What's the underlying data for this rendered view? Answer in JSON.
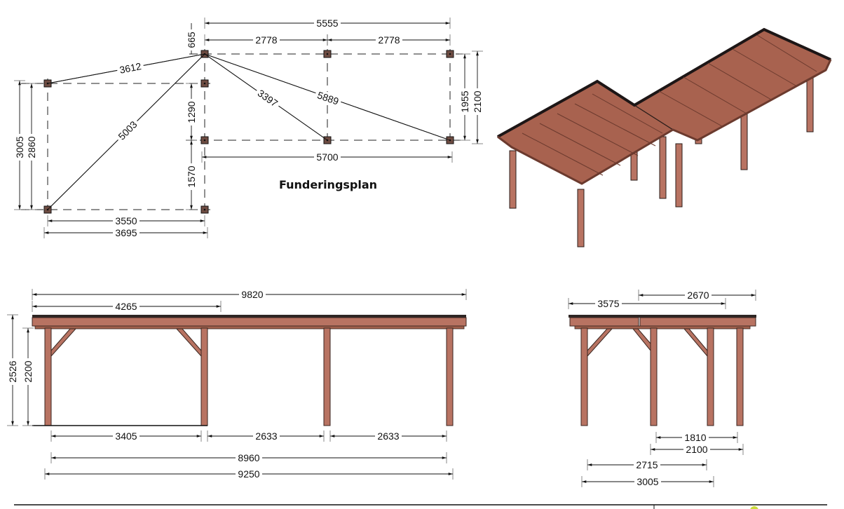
{
  "plan": {
    "title": "Funderingsplan",
    "dims": [
      "5555",
      "2778",
      "2778",
      "665",
      "3612",
      "5003",
      "3397",
      "5889",
      "1290",
      "1570",
      "3005",
      "2860",
      "1955",
      "2100",
      "5700",
      "3550",
      "3695"
    ]
  },
  "side_elevation": {
    "dims": [
      "9820",
      "4265",
      "2526",
      "2200",
      "3405",
      "2633",
      "2633",
      "8960",
      "9250"
    ]
  },
  "front_elevation": {
    "dims": [
      "2670",
      "3575",
      "1810",
      "2100",
      "2715",
      "3005"
    ]
  },
  "colors": {
    "wood": "#b87362",
    "wood_dark": "#8a4e40",
    "roof": "#2e2624",
    "post_plan": "#6e4c42"
  }
}
